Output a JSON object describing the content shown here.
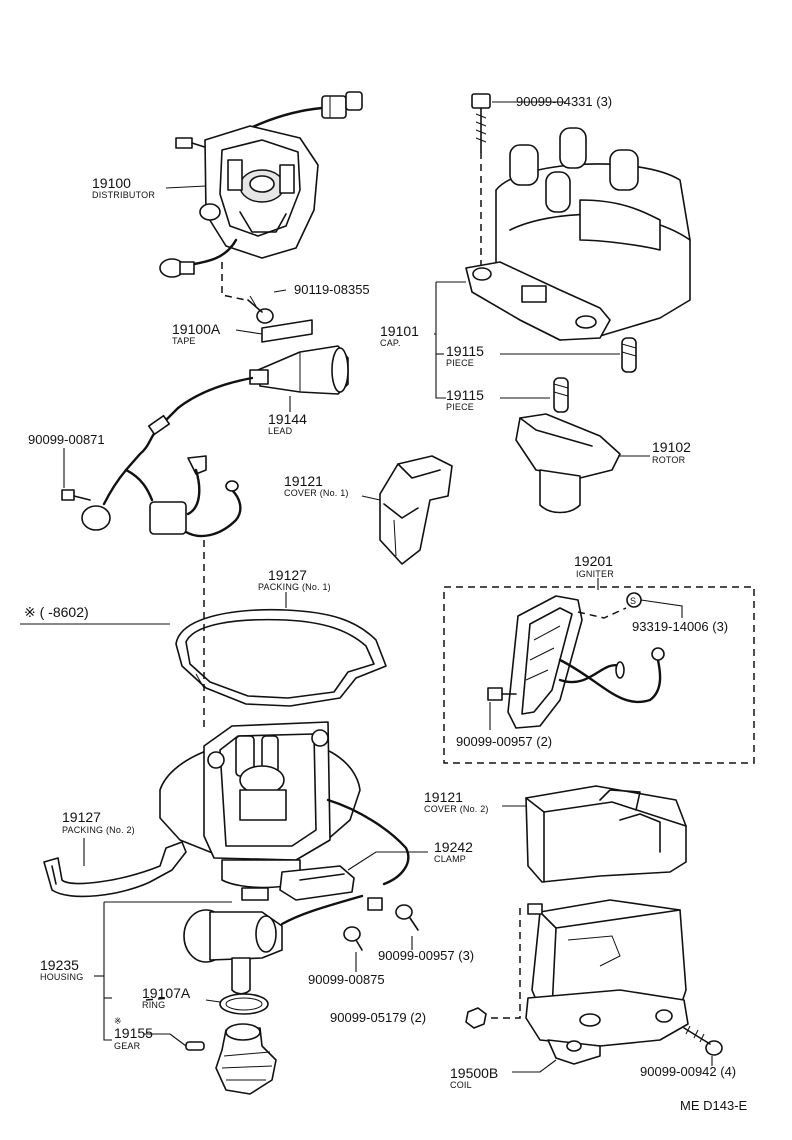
{
  "labels": {
    "distributor": {
      "part_no": "19100",
      "name": "DISTRIBUTOR"
    },
    "screw_top": {
      "part_no": "90099-04331 (3)"
    },
    "bolt_distributor": {
      "part_no": "90119-08355"
    },
    "tape": {
      "part_no": "19100A",
      "name": "TAPE"
    },
    "cap": {
      "part_no": "19101",
      "name": "CAP."
    },
    "piece_a": {
      "part_no": "19115",
      "name": "PIECE"
    },
    "piece_b": {
      "part_no": "19115",
      "name": "PIECE"
    },
    "lead": {
      "part_no": "19144",
      "name": "LEAD"
    },
    "screw_lead": {
      "part_no": "90099-00871"
    },
    "rotor": {
      "part_no": "19102",
      "name": "ROTOR"
    },
    "cover_no1": {
      "part_no": "19121",
      "name": "COVER (No. 1)"
    },
    "packing_no1": {
      "part_no": "19127",
      "name": "PACKING (No. 1)"
    },
    "igniter": {
      "part_no": "19201",
      "name": "IGNITER"
    },
    "note": {
      "text": "※ (      -8602)"
    },
    "igniter_screw_s": {
      "part_no": "93319-14006 (3)"
    },
    "igniter_screw": {
      "part_no": "90099-00957 (2)"
    },
    "packing_no2": {
      "part_no": "19127",
      "name": "PACKING (No. 2)"
    },
    "cover_no2": {
      "part_no": "19121",
      "name": "COVER (No. 2)"
    },
    "clamp": {
      "part_no": "19242",
      "name": "CLAMP"
    },
    "screw_clamp": {
      "part_no": "90099-00957 (3)"
    },
    "screw_housing": {
      "part_no": "90099-00875"
    },
    "housing": {
      "part_no": "19235",
      "name": "HOUSING"
    },
    "ring": {
      "part_no": "19107A",
      "name": "RING"
    },
    "nut_coil": {
      "part_no": "90099-05179 (2)"
    },
    "gear": {
      "part_no": "19155",
      "name": "GEAR",
      "mark": "※"
    },
    "coil": {
      "part_no": "19500B",
      "name": "COIL"
    },
    "screw_coil": {
      "part_no": "90099-00942 (4)"
    },
    "drawing_code": {
      "text": "ME D143-E"
    }
  }
}
